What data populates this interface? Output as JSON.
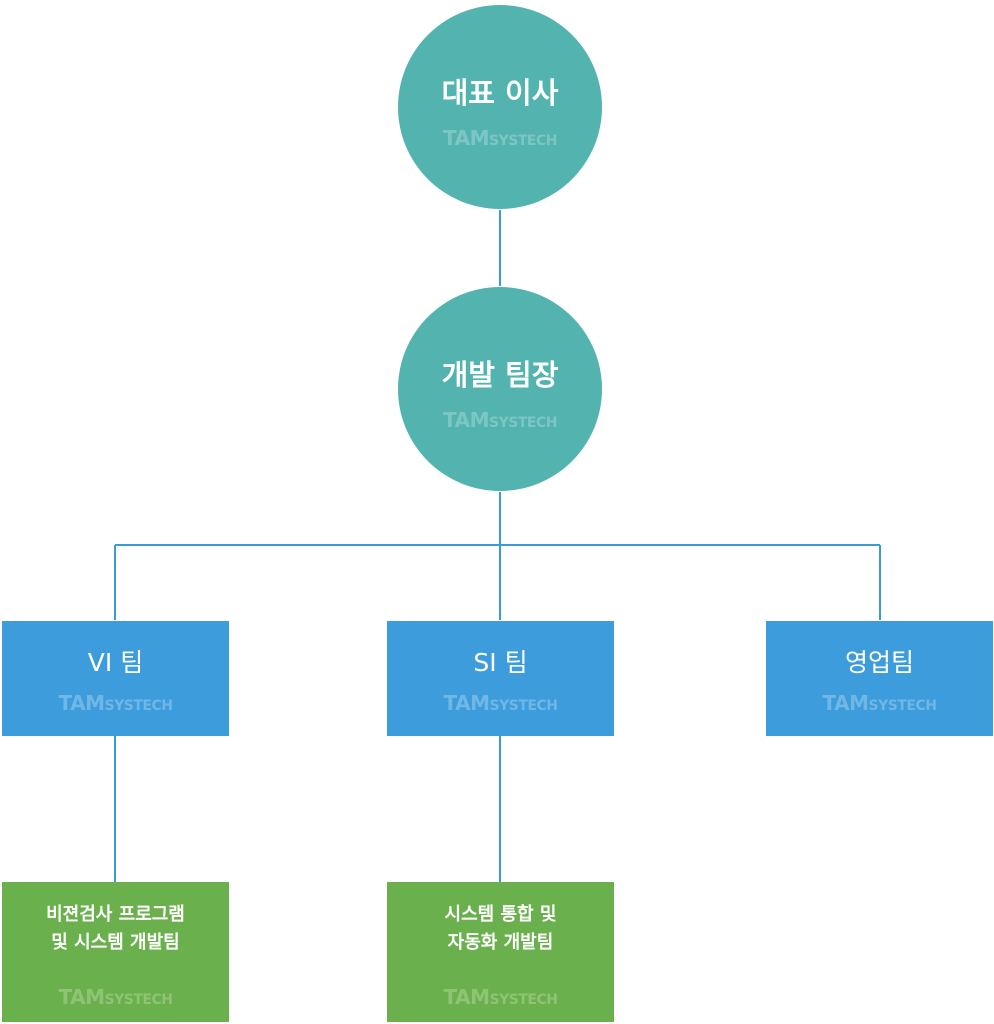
{
  "watermark": {
    "main": "TAM",
    "sub": "SYSTECH"
  },
  "nodes": {
    "ceo": {
      "label": "대표 이사"
    },
    "dev_lead": {
      "label": "개발 팀장"
    },
    "vi_team": {
      "label": "VI 팀"
    },
    "si_team": {
      "label": "SI 팀"
    },
    "sales_team": {
      "label": "영업팀"
    },
    "vision_dev": {
      "line1": "비젼검사 프로그램",
      "line2": "및 시스템 개발팀"
    },
    "si_dev": {
      "line1": "시스템 통합 및",
      "line2": "자동화 개발팀"
    }
  },
  "colors": {
    "circle": "#52b3af",
    "team_box": "#3d9cdb",
    "dev_box": "#6ab04c",
    "connector": "#3a9bd5"
  }
}
